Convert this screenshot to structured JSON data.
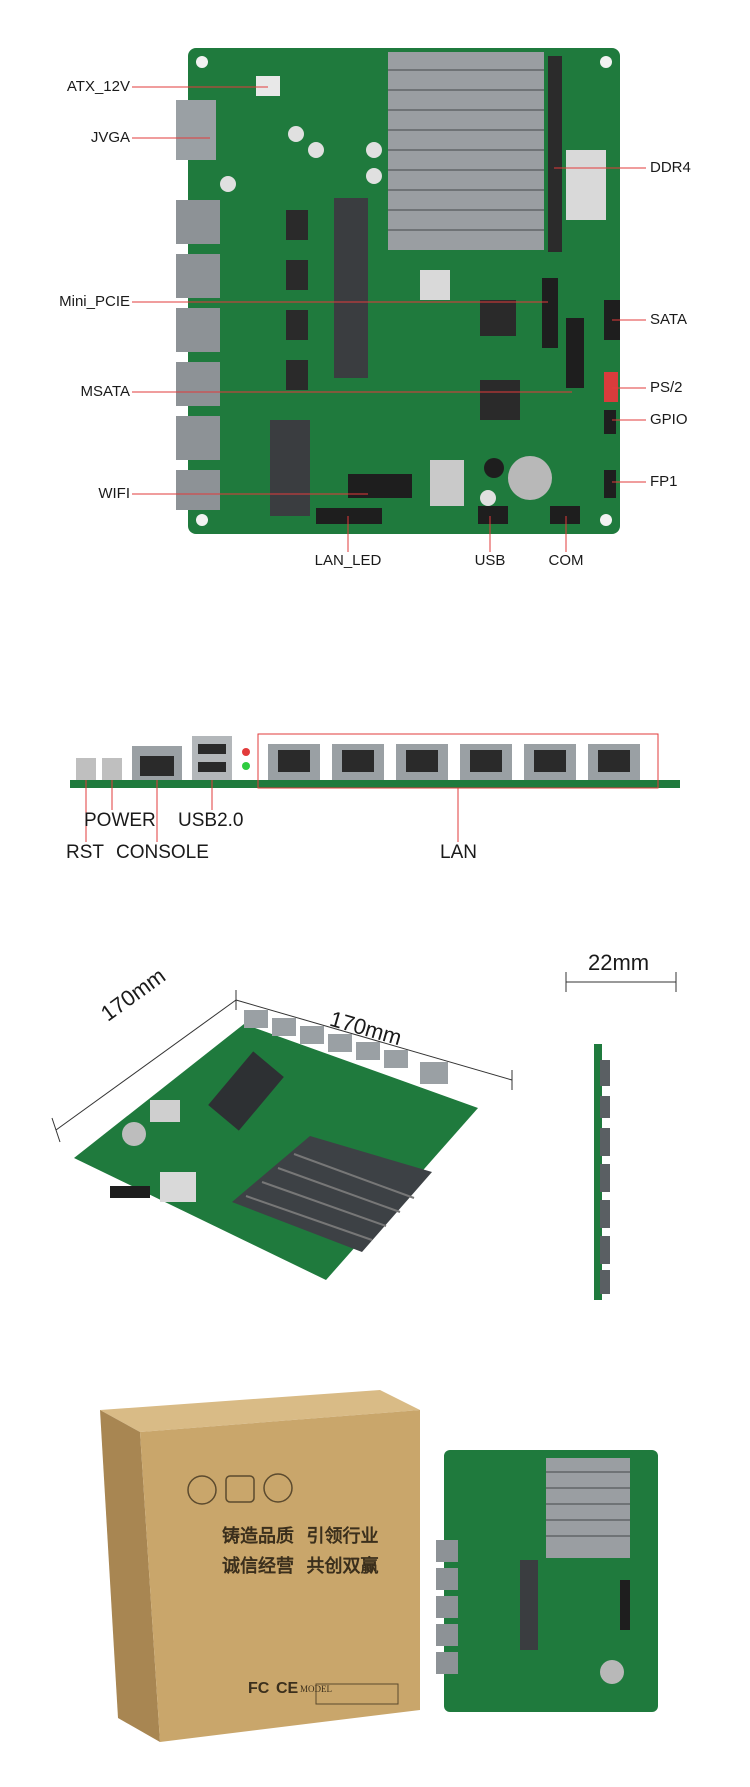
{
  "top_view": {
    "left_labels": [
      "ATX_12V",
      "JVGA",
      "Mini_PCIE",
      "MSATA",
      "WIFI"
    ],
    "right_labels": [
      "DDR4",
      "SATA",
      "PS/2",
      "GPIO",
      "FP1"
    ],
    "bottom_labels": [
      "LAN_LED",
      "USB",
      "COM"
    ]
  },
  "io_view": {
    "labels": [
      "POWER",
      "USB2.0",
      "RST",
      "CONSOLE",
      "LAN"
    ],
    "lan_port_count": 6
  },
  "dimensions": {
    "width": "170mm",
    "depth": "170mm",
    "height": "22mm"
  },
  "package": {
    "slogan_line1": "铸造品质  引领行业",
    "slogan_line2": "诚信经营  共创双赢",
    "model_label": "MODEL",
    "cert_marks": [
      "FC",
      "CE"
    ]
  },
  "colors": {
    "pcb": "#1f7a3d",
    "heatsink": "#9a9ea2",
    "callout_line": "#e23b3b",
    "box": "#c9a66b"
  }
}
